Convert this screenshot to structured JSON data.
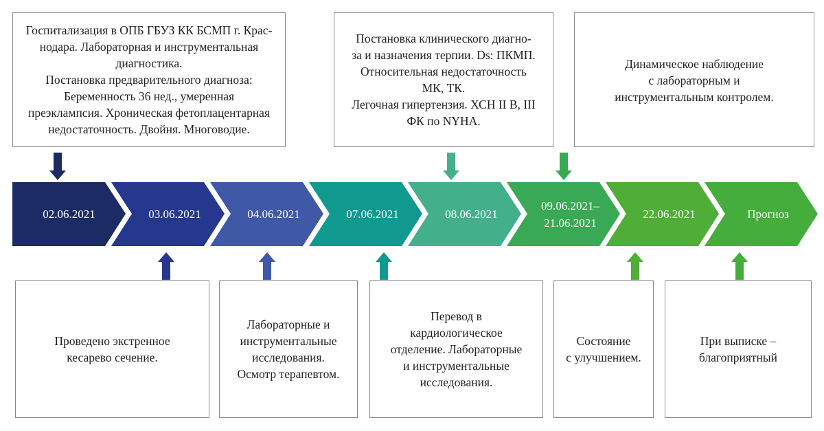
{
  "stages": [
    {
      "label": "02.06.2021",
      "color": "#1c2b63"
    },
    {
      "label": "03.06.2021",
      "color": "#25388e"
    },
    {
      "label": "04.06.2021",
      "color": "#4059a6"
    },
    {
      "label": "07.06.2021",
      "color": "#10998f"
    },
    {
      "label": "08.06.2021",
      "color": "#44b08b"
    },
    {
      "label": "09.06.2021–\n21.06.2021",
      "color": "#39a955"
    },
    {
      "label": "22.06.2021",
      "color": "#4eae37"
    },
    {
      "label": "Прогноз",
      "color": "#45ad3c"
    }
  ],
  "top_boxes": [
    {
      "text": "Госпитализация в ОПБ ГБУЗ КК БСМП г. Крас-\nнодара. Лабораторная и инструментальная\nдиагностика.\nПостановка предварительного диагноза:\nБеременность 36 нед., умеренная\nпреэклампсия. Хроническая фетоплацентарная\nнедостаточность. Двойня. Многоводие.",
      "arrow_color": "#1c2b63"
    },
    {
      "text": "Постановка клинического диагно-\nза и назначения терпии. Ds: ПКМП.\nОтносительная недостаточность\nМК, ТК.\nЛегочная гипертензия. ХСН II В, III\nФК по NYHA.",
      "arrow_color": "#44b08b"
    },
    {
      "text": "Динамическое наблюдение\nс лабораторным и\nинструментальным контролем.",
      "arrow_color": "#39a955"
    }
  ],
  "bottom_boxes": [
    {
      "text": "Проведено экстренное\nкесарево сечение.",
      "arrow_color": "#25388e"
    },
    {
      "text": "Лабораторные и\nинструментальные\nисследования.\nОсмотр терапевтом.",
      "arrow_color": "#4059a6"
    },
    {
      "text": "Перевод в\nкардиологическое\nотделение. Лабораторные\nи инструментальные\nисследования.",
      "arrow_color": "#10998f"
    },
    {
      "text": "Состояние\nс улучшением.",
      "arrow_color": "#4eae37"
    },
    {
      "text": "При выписке –\nблагоприятный",
      "arrow_color": "#45ad3c"
    }
  ]
}
